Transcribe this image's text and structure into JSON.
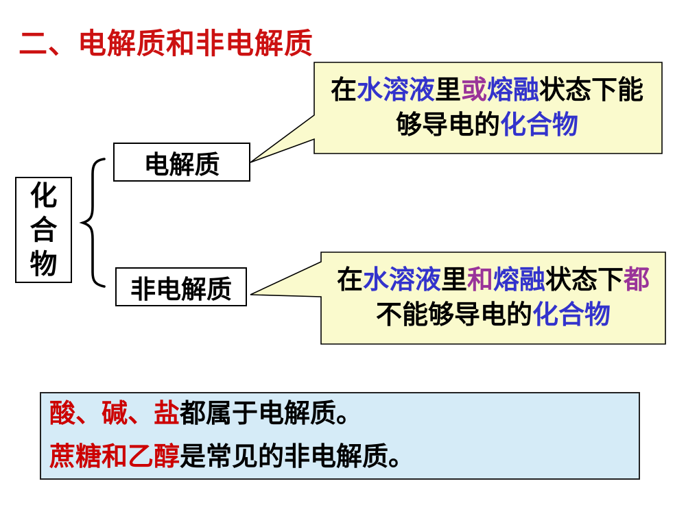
{
  "colors": {
    "black": "#000000",
    "blue": "#3333CC",
    "purple": "#993399",
    "red": "#CC0000",
    "title_red": "#CC1111",
    "callout_bg": "#FAFACD",
    "note_bg": "#D5EBF7",
    "box_bg": "#FFFFFF",
    "border": "#000000"
  },
  "title": "二、电解质和非电解质",
  "diagram": {
    "root_label": "化合物",
    "branches": [
      {
        "label": "电解质"
      },
      {
        "label": "非电解质"
      }
    ]
  },
  "callouts": {
    "electrolyte": {
      "lines": [
        [
          {
            "t": "在",
            "c": "black"
          },
          {
            "t": "水溶液",
            "c": "blue"
          },
          {
            "t": "里",
            "c": "black"
          },
          {
            "t": "或",
            "c": "purple"
          },
          {
            "t": "熔融",
            "c": "blue"
          },
          {
            "t": "状态下能",
            "c": "black"
          }
        ],
        [
          {
            "t": "够导电的",
            "c": "black"
          },
          {
            "t": "化合物",
            "c": "blue"
          }
        ]
      ]
    },
    "non_electrolyte": {
      "lines": [
        [
          {
            "t": "在",
            "c": "black"
          },
          {
            "t": "水溶液",
            "c": "blue"
          },
          {
            "t": "里",
            "c": "black"
          },
          {
            "t": "和",
            "c": "purple"
          },
          {
            "t": "熔融",
            "c": "blue"
          },
          {
            "t": "状态下",
            "c": "black"
          },
          {
            "t": "都",
            "c": "purple"
          }
        ],
        [
          {
            "t": "不能够导电的",
            "c": "black"
          },
          {
            "t": "化合物",
            "c": "blue"
          }
        ]
      ]
    }
  },
  "note": {
    "lines": [
      [
        {
          "t": "酸、碱、盐",
          "c": "red"
        },
        {
          "t": "都属于电解质。",
          "c": "black"
        }
      ],
      [
        {
          "t": "蔗糖和乙醇",
          "c": "red"
        },
        {
          "t": "是常见的非电解质。",
          "c": "black"
        }
      ]
    ]
  }
}
